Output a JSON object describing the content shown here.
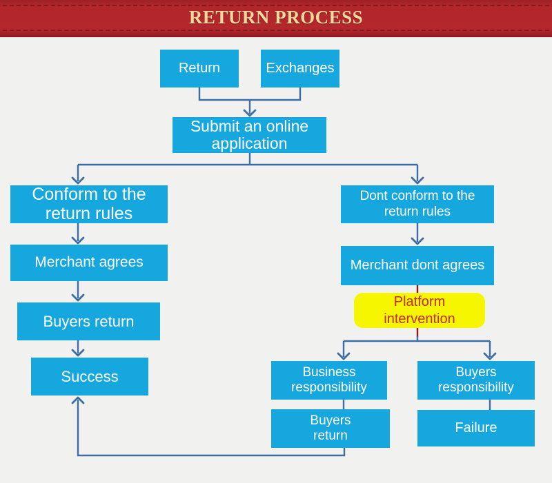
{
  "header": {
    "title": "RETURN PROCESS",
    "banner_color": "#b2262b",
    "stitch_color": "#7e181d",
    "title_color": "#f1d99e"
  },
  "colors": {
    "background": "#f1f2ef",
    "node_background": "#16a7de",
    "node_text": "#ffffff",
    "connector": "#3d6da6",
    "connector_dark_red": "#8a1c14",
    "highlight_background": "#f5f600",
    "highlight_text": "#c52b30"
  },
  "nodes": {
    "return": {
      "label": "Return"
    },
    "exchanges": {
      "label": "Exchanges"
    },
    "submit": {
      "label": "Submit an online\napplication"
    },
    "conform": {
      "label": "Conform to the\nreturn rules"
    },
    "dont_conform": {
      "label": "Dont conform to the\nreturn rules"
    },
    "merchant_agrees": {
      "label": "Merchant agrees"
    },
    "merchant_dont_agrees": {
      "label": "Merchant dont agrees"
    },
    "buyers_return_left": {
      "label": "Buyers return"
    },
    "success": {
      "label": "Success"
    },
    "platform_intervention": {
      "label": "Platform\nintervention"
    },
    "business_responsibility": {
      "label": "Business\nresponsibility"
    },
    "buyers_responsibility": {
      "label": "Buyers\nresponsibility"
    },
    "buyers_return_bottom": {
      "label": "Buyers\nreturn"
    },
    "failure": {
      "label": "Failure"
    }
  },
  "edges": [
    {
      "from": "return",
      "to": "submit"
    },
    {
      "from": "exchanges",
      "to": "submit"
    },
    {
      "from": "submit",
      "to": "conform"
    },
    {
      "from": "submit",
      "to": "dont_conform"
    },
    {
      "from": "conform",
      "to": "merchant_agrees"
    },
    {
      "from": "merchant_agrees",
      "to": "buyers_return_left"
    },
    {
      "from": "buyers_return_left",
      "to": "success"
    },
    {
      "from": "dont_conform",
      "to": "merchant_dont_agrees"
    },
    {
      "from": "merchant_dont_agrees",
      "to": "platform_intervention"
    },
    {
      "from": "platform_intervention",
      "to": "business_responsibility"
    },
    {
      "from": "platform_intervention",
      "to": "buyers_responsibility"
    },
    {
      "from": "business_responsibility",
      "to": "buyers_return_bottom"
    },
    {
      "from": "buyers_responsibility",
      "to": "failure"
    },
    {
      "from": "buyers_return_bottom",
      "to": "success"
    }
  ]
}
